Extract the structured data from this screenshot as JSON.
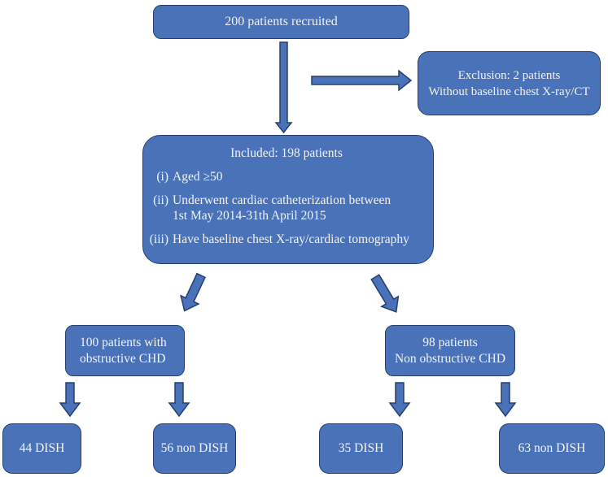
{
  "colors": {
    "box_fill": "#4a72b8",
    "box_border": "#25406f",
    "text": "#f2f2f2"
  },
  "flowchart": {
    "recruited": {
      "label": "200 patients recruited"
    },
    "exclusion": {
      "line1": "Exclusion: 2 patients",
      "line2": "Without baseline chest X-ray/CT"
    },
    "included": {
      "title": "Included: 198 patients",
      "items": [
        {
          "marker": "(i)",
          "line1": "Aged ≥50"
        },
        {
          "marker": "(ii)",
          "line1": "Underwent cardiac catheterization between",
          "line2": "1st May 2014-31th April 2015"
        },
        {
          "marker": "(iii)",
          "line1": "Have baseline chest X-ray/cardiac tomography"
        }
      ]
    },
    "obstructive": {
      "line1": "100 patients with",
      "line2": "obstructive CHD"
    },
    "non_obstructive": {
      "line1": "98 patients",
      "line2": "Non obstructive CHD"
    },
    "dish_obstructive": {
      "label": "44 DISH"
    },
    "non_dish_obstructive": {
      "label": "56 non DISH"
    },
    "dish_non_obstructive": {
      "label": "35 DISH"
    },
    "non_dish_non_obstructive": {
      "label": "63 non DISH"
    }
  }
}
